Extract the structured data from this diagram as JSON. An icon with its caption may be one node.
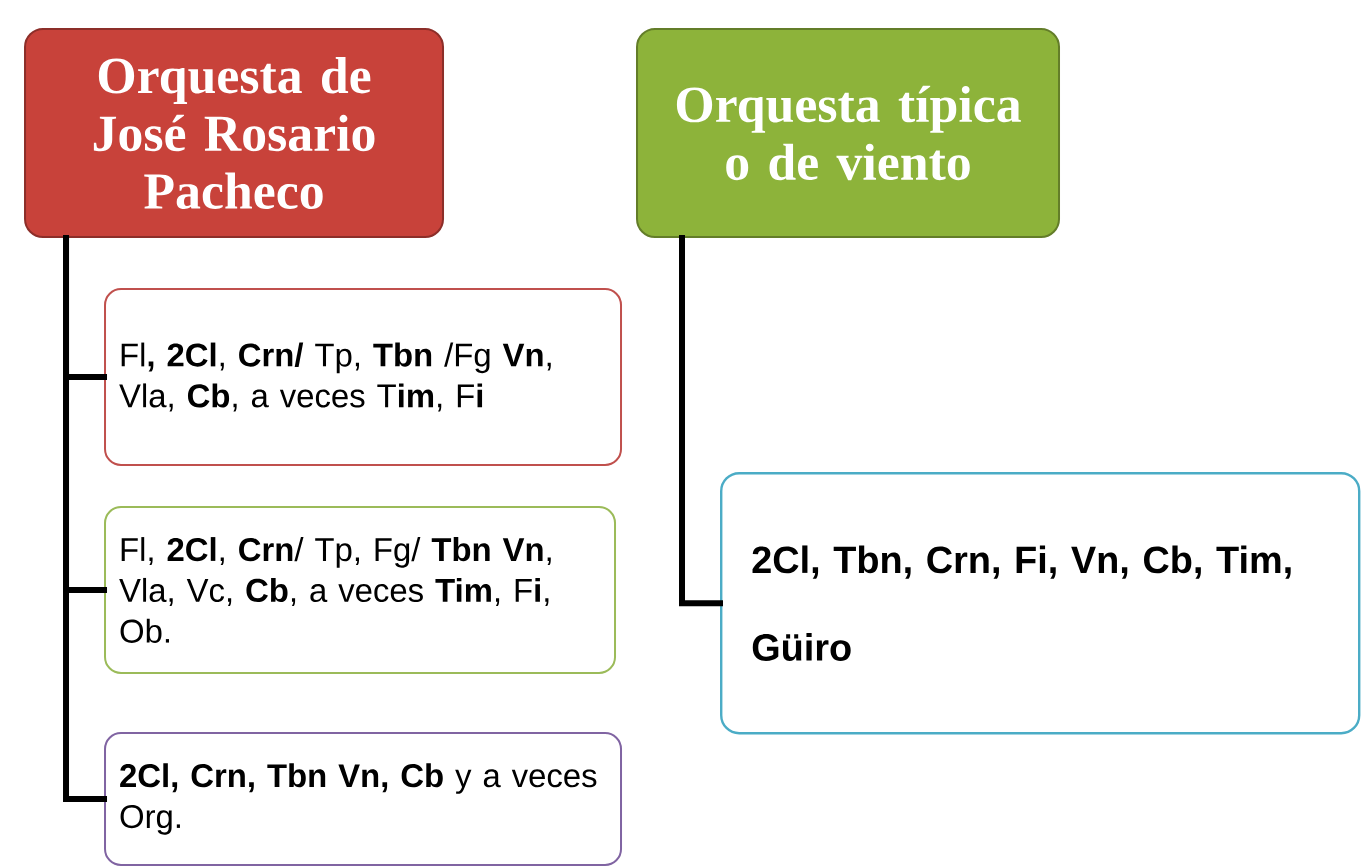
{
  "diagram": {
    "nodes": [
      {
        "text": [
          "Orquesta  de José Rosario Pacheco"
        ]
      },
      {
        "text": [
          "Fl**, 2Cl**, **Crn/** Tp, **Tbn** /Fg **Vn**, Vla, **Cb**, a veces T**im**, F**i**"
        ]
      },
      {
        "text": [
          "Fl, **2Cl**, **Crn**/ Tp, Fg/ **Tbn** **Vn**, Vla, Vc, **Cb**, a veces **Tim**, F**i**, Ob."
        ]
      },
      {
        "text": [
          "**2Cl, Crn, Tbn Vn, Cb** y a veces Org."
        ]
      },
      {
        "text": [
          "Orquesta típica o de viento"
        ]
      },
      {
        "text": [
          "2Cl, Tbn, Crn, Fi, Vn, Cb, Tim, Güiro"
        ]
      }
    ],
    "edges": [
      {
        "from": 0,
        "to": 1,
        "arrow": "none"
      },
      {
        "from": 0,
        "to": 2,
        "arrow": "none"
      },
      {
        "from": 0,
        "to": 3,
        "arrow": "none"
      },
      {
        "from": 4,
        "to": 5,
        "arrow": "none"
      }
    ]
  }
}
